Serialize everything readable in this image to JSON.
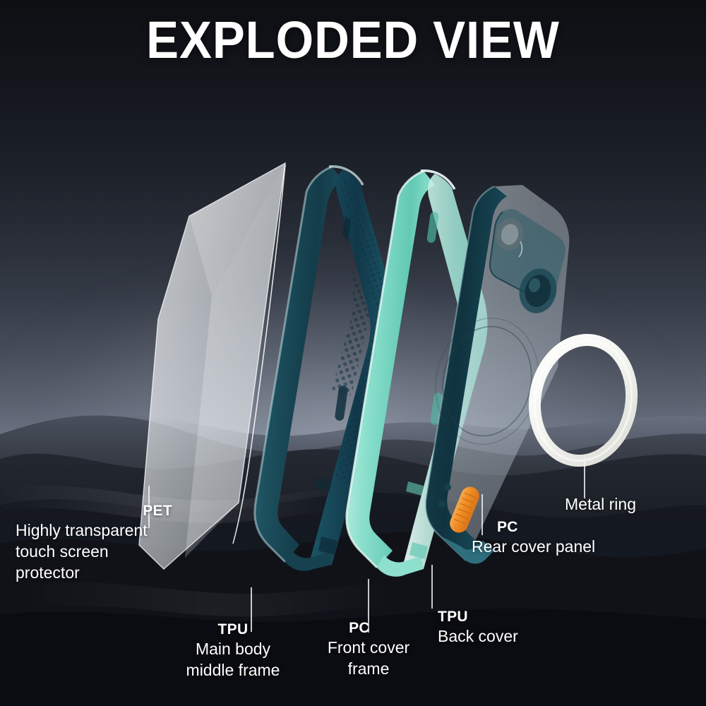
{
  "page": {
    "title": "EXPLODED VIEW",
    "background_top_color": "#0d0f13",
    "background_horizon_color": "#888f9c",
    "text_color": "#ffffff"
  },
  "product": {
    "description": "Exploded view of a transparent protective phone case with MagSafe ring",
    "colors": {
      "dark_teal": "#1d4f5c",
      "deep_teal": "#173f4c",
      "mint": "#7fd9c6",
      "light_mint": "#a9e7da",
      "orange_button": "#f08a2a",
      "metal_ring": "#f4f4f2",
      "clear_panel": "#c9d2da"
    }
  },
  "callouts": [
    {
      "id": "pet",
      "material": "PET",
      "description": "Highly transparent touch screen protector",
      "align": "left"
    },
    {
      "id": "tpu-middle",
      "material": "TPU",
      "description": "Main body middle frame",
      "align": "center"
    },
    {
      "id": "pc-front",
      "material": "PC",
      "description": "Front cover frame",
      "align": "center"
    },
    {
      "id": "tpu-back",
      "material": "TPU",
      "description": "Back cover",
      "align": "left"
    },
    {
      "id": "pc-rear",
      "material": "PC",
      "description": "Rear cover panel",
      "align": "left"
    },
    {
      "id": "metal-ring",
      "material": "",
      "description": "Metal ring",
      "align": "left"
    }
  ],
  "callout_text": {
    "pet_material": "PET",
    "pet_line1": "Highly transparent",
    "pet_line2": "touch screen",
    "pet_line3": "protector",
    "tpu_middle_material": "TPU",
    "tpu_middle_line1": "Main body",
    "tpu_middle_line2": "middle frame",
    "pc_front_material": "PC",
    "pc_front_line1": "Front cover",
    "pc_front_line2": "frame",
    "tpu_back_material": "TPU",
    "tpu_back_line1": "Back cover",
    "pc_rear_material": "PC",
    "pc_rear_line1": "Rear cover panel",
    "metal_ring_line1": "Metal ring"
  }
}
